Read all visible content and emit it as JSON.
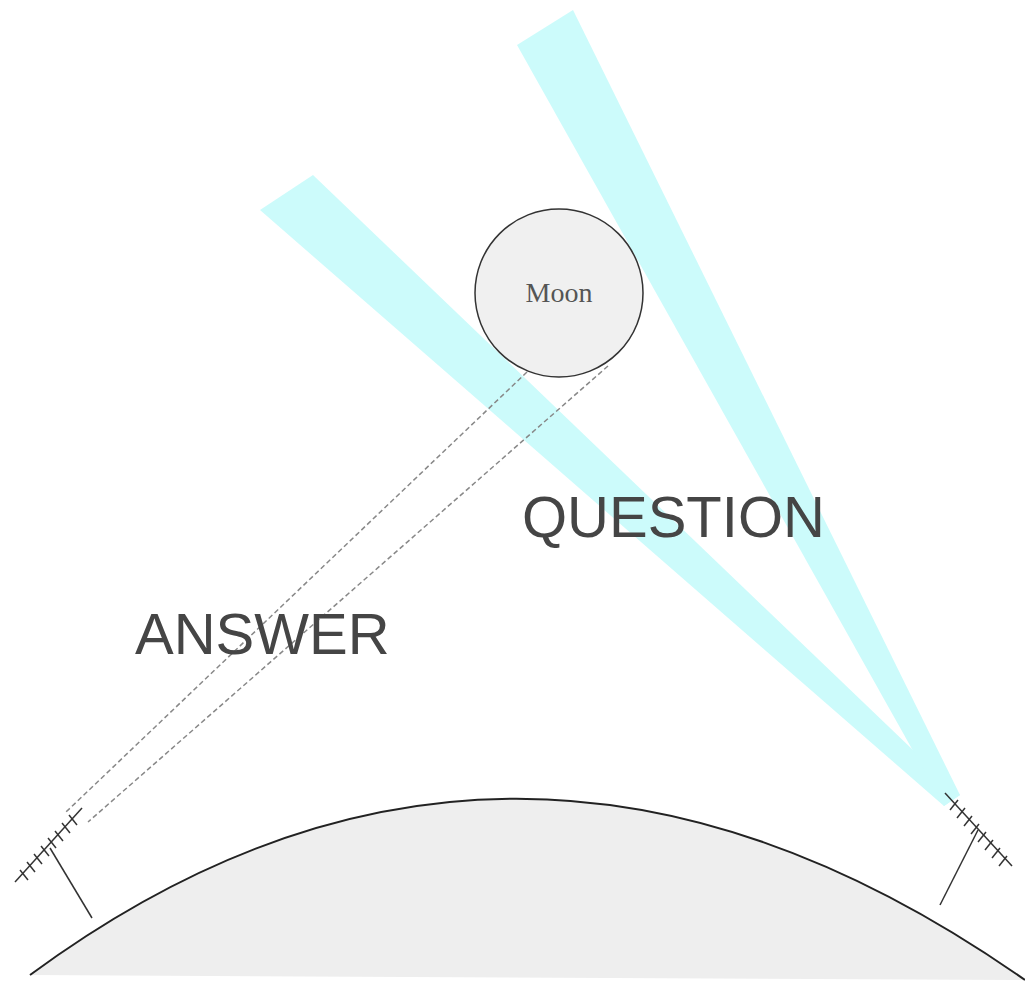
{
  "diagram": {
    "nodes": [
      {
        "text": [
          "Moon"
        ]
      }
    ],
    "labels": [
      "QUESTION",
      "ANSWER"
    ]
  }
}
